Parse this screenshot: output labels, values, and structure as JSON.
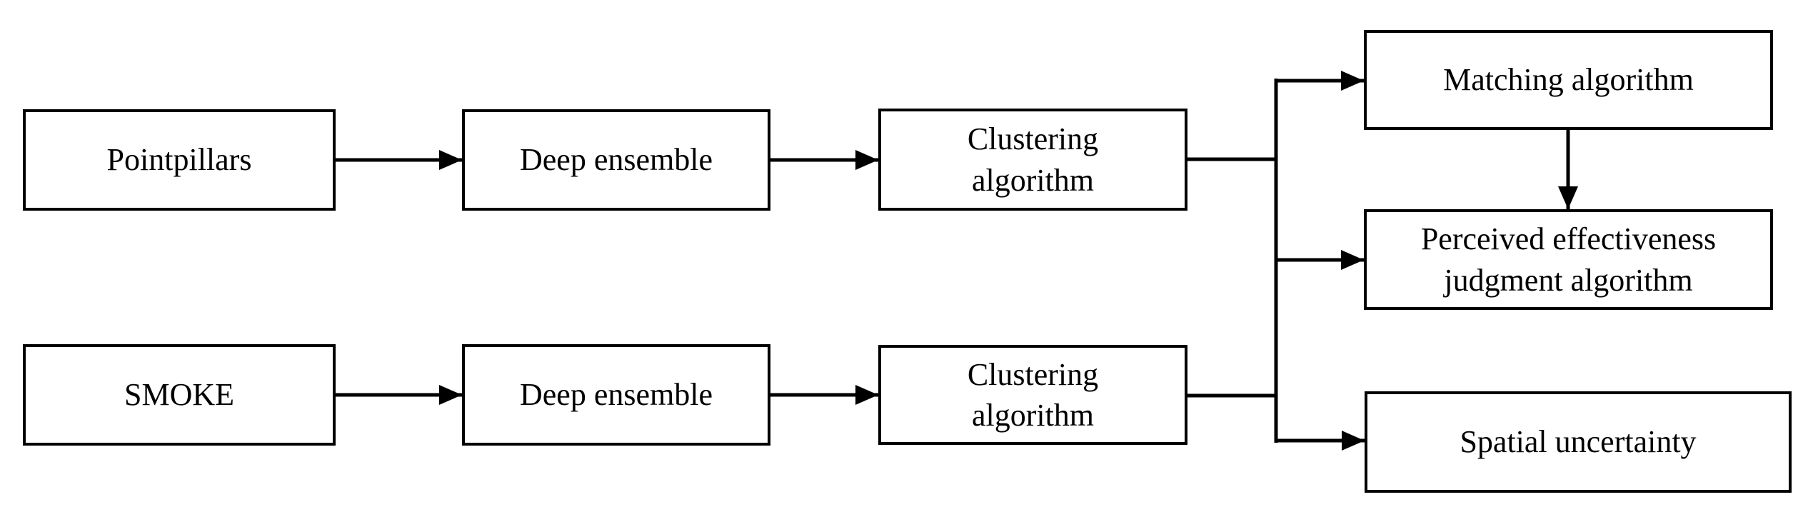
{
  "diagram": {
    "type": "flowchart",
    "colors": {
      "background": "#ffffff",
      "box_fill": "#ffffff",
      "box_border": "#000000",
      "line": "#000000",
      "text": "#000000"
    },
    "nodes": [
      {
        "id": "pointpillars",
        "label": "Pointpillars"
      },
      {
        "id": "deep-ensemble-top",
        "label": "Deep ensemble"
      },
      {
        "id": "clustering-algorithm-top",
        "label": "Clustering algorithm"
      },
      {
        "id": "smoke",
        "label": "SMOKE"
      },
      {
        "id": "deep-ensemble-bottom",
        "label": "Deep ensemble"
      },
      {
        "id": "clustering-algorithm-bottom",
        "label": "Clustering algorithm"
      },
      {
        "id": "matching-algorithm",
        "label": "Matching algorithm"
      },
      {
        "id": "perceived-effectiveness-judgment-algorithm",
        "label": "Perceived effectiveness judgment algorithm"
      },
      {
        "id": "spatial-uncertainty",
        "label": "Spatial uncertainty"
      }
    ],
    "edges": [
      {
        "from": "pointpillars",
        "to": "deep-ensemble-top",
        "arrow": true
      },
      {
        "from": "deep-ensemble-top",
        "to": "clustering-algorithm-top",
        "arrow": true
      },
      {
        "from": "clustering-algorithm-top",
        "to": "junction-trunk",
        "arrow": false
      },
      {
        "from": "smoke",
        "to": "deep-ensemble-bottom",
        "arrow": true
      },
      {
        "from": "deep-ensemble-bottom",
        "to": "clustering-algorithm-bottom",
        "arrow": true
      },
      {
        "from": "clustering-algorithm-bottom",
        "to": "junction-trunk",
        "arrow": false
      },
      {
        "from": "junction-trunk",
        "to": "matching-algorithm",
        "arrow": true
      },
      {
        "from": "junction-trunk",
        "to": "perceived-effectiveness-judgment-algorithm",
        "arrow": true
      },
      {
        "from": "junction-trunk",
        "to": "spatial-uncertainty",
        "arrow": true
      },
      {
        "from": "matching-algorithm",
        "to": "perceived-effectiveness-judgment-algorithm",
        "arrow": true
      }
    ]
  }
}
